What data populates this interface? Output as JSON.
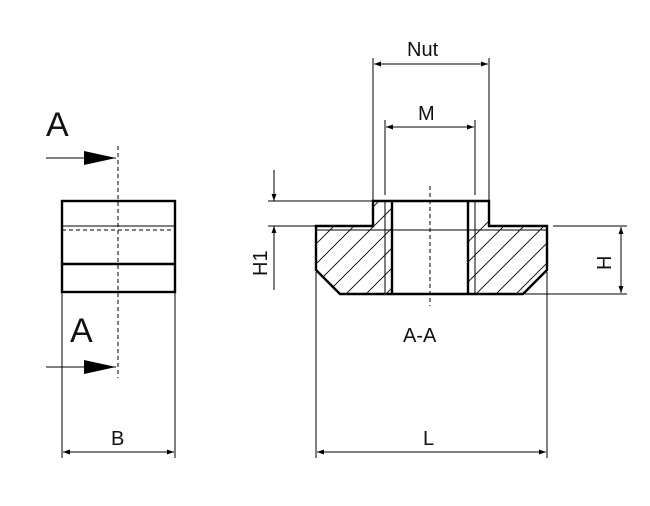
{
  "labels": {
    "section_top": "A",
    "section_bottom": "A",
    "width_b": "B",
    "nut": "Nut",
    "thread_m": "M",
    "height_h1": "H1",
    "height_h": "H",
    "section_caption": "A-A",
    "length_l": "L"
  }
}
